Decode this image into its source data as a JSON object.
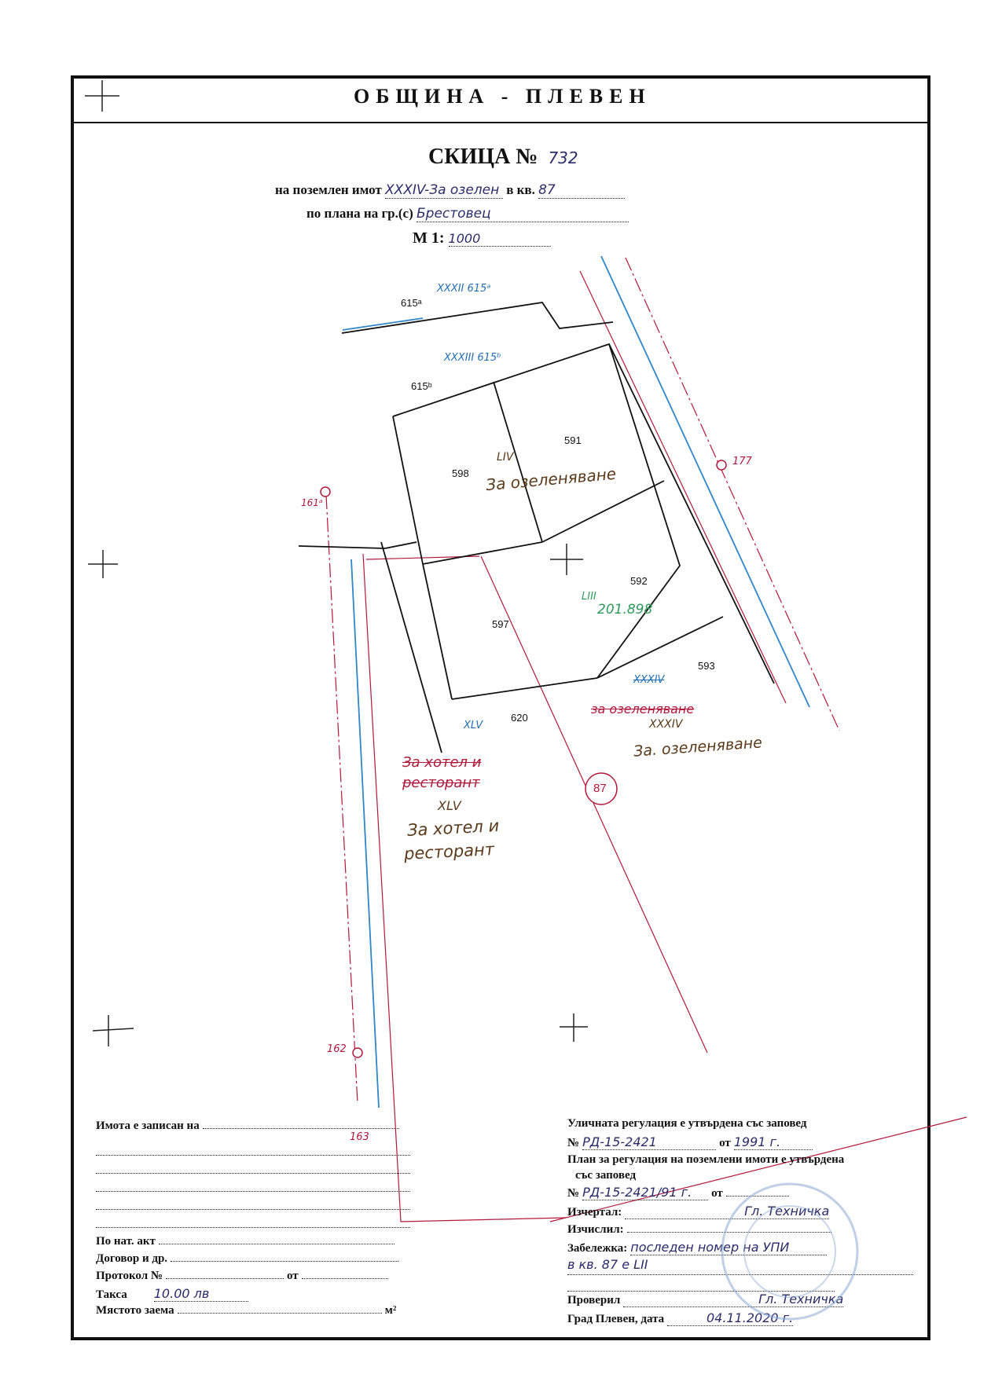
{
  "header": {
    "municipality": "ОБЩИНА - ПЛЕВЕН",
    "sketch_label": "СКИЦА №",
    "sketch_number": "732",
    "property_prefix": "на поземлен имот",
    "property_value": "XXXIV-За озелен",
    "quarter_prefix": "в кв.",
    "quarter_value": "87",
    "plan_prefix": "по плана на гр.(с)",
    "plan_value": "Брестовец",
    "scale_prefix": "М 1:",
    "scale_value": "1000"
  },
  "map": {
    "parcels": [
      "615ᵃ",
      "615ᵇ",
      "598",
      "591",
      "592",
      "597",
      "593",
      "620"
    ],
    "upi_labels": {
      "xxxii": "XXXII 615ᵃ",
      "xxxiii": "XXXIII 615ᵇ",
      "liv": "LIV",
      "liii": "LIII",
      "liii_num": "201.898",
      "xxxiv_blue": "XXXIV",
      "xxxiv": "XXXIV",
      "xlv_blue": "XLV",
      "xlv": "XLV"
    },
    "purpose_texts": {
      "liv": "За озеленяване",
      "xxxiv_old": "за озеленяване",
      "xxxiv_new": "За. озеленяване",
      "xlv_old_1": "За хотел и",
      "xlv_old_2": "ресторант",
      "xlv_new_1": "За хотел и",
      "xlv_new_2": "ресторант"
    },
    "points": {
      "p161a": "161ᵃ",
      "p177": "177",
      "p162": "162",
      "p163": "163",
      "quarter_circle": "87"
    }
  },
  "footer_left": {
    "owner_label": "Имота е записан на",
    "notary_label": "По нат. акт",
    "contract_label": "Договор и др.",
    "protocol_label": "Протокол №",
    "protocol_from": "от",
    "fee_label": "Такса",
    "fee_value": "10.00 лв",
    "area_label": "Мястото заема",
    "area_unit": "м²"
  },
  "footer_right": {
    "street_reg_label": "Уличната регулация е утвърдена със заповед",
    "street_no_label": "№",
    "street_no_value": "РД-15-2421",
    "street_from_label": "от",
    "street_from_value": "1991 г.",
    "plan_reg_label_1": "План за регулация на поземлени имоти е утвърдена",
    "plan_reg_label_2": "със заповед",
    "plan_no_label": "№",
    "plan_no_value": "РД-15-2421/91 г.",
    "plan_from_label": "от",
    "drafted_label": "Изчертал:",
    "drafted_value": "Гл. Техничка",
    "computed_label": "Изчислил:",
    "note_label": "Забележка:",
    "note_value_1": "последен номер на УПИ",
    "note_value_2": "в кв. 87 е LII",
    "checked_label": "Проверил",
    "checked_value": "Гл. Техничка",
    "city_label": "Град Плевен, дата",
    "date_value": "04.11.2020 г."
  }
}
